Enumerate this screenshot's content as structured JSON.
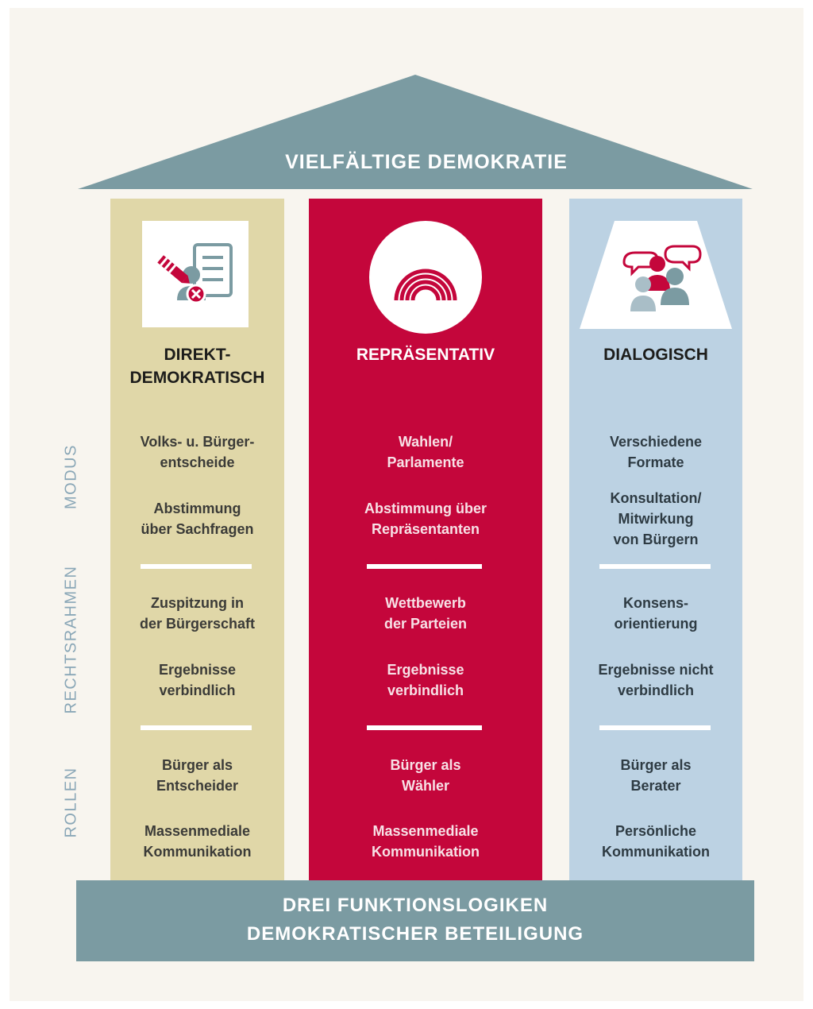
{
  "roof": {
    "title": "VIELFÄLTIGE DEMOKRATIE",
    "color": "#7b9ba2"
  },
  "side_labels": [
    "MODUS",
    "RECHTSRAHMEN",
    "ROLLEN"
  ],
  "columns": [
    {
      "heading_line1": "DIREKT-",
      "heading_line2": "DEMOKRATISCH",
      "color": "#e0d7a8",
      "icon": "ballot-document-icon",
      "items": [
        "Volks- u. Bürger-\nentscheide",
        "Abstimmung\nüber Sachfragen",
        "Zuspitzung in\nder Bürgerschaft",
        "Ergebnisse\nverbindlich",
        "Bürger als\nEntscheider",
        "Massenmediale\nKommunikation"
      ]
    },
    {
      "heading_line1": "REPRÄSENTATIV",
      "color": "#c4063b",
      "icon": "arc-broadcast-icon",
      "items": [
        "Wahlen/\nParlamente",
        "Abstimmung über\nRepräsentanten",
        "Wettbewerb\nder Parteien",
        "Ergebnisse\nverbindlich",
        "Bürger als\nWähler",
        "Massenmediale\nKommunikation"
      ]
    },
    {
      "heading_line1": "DIALOGISCH",
      "color": "#bcd2e3",
      "icon": "people-dialog-icon",
      "items": [
        "Verschiedene\nFormate",
        "Konsultation/\nMitwirkung\nvon Bürgern",
        "Konsens-\norientierung",
        "Ergebnisse nicht\nverbindlich",
        "Bürger als\nBerater",
        "Persönliche\nKommunikation"
      ]
    }
  ],
  "base": {
    "line1": "DREI FUNKTIONSLOGIKEN",
    "line2": "DEMOKRATISCHER BETEILIGUNG"
  }
}
